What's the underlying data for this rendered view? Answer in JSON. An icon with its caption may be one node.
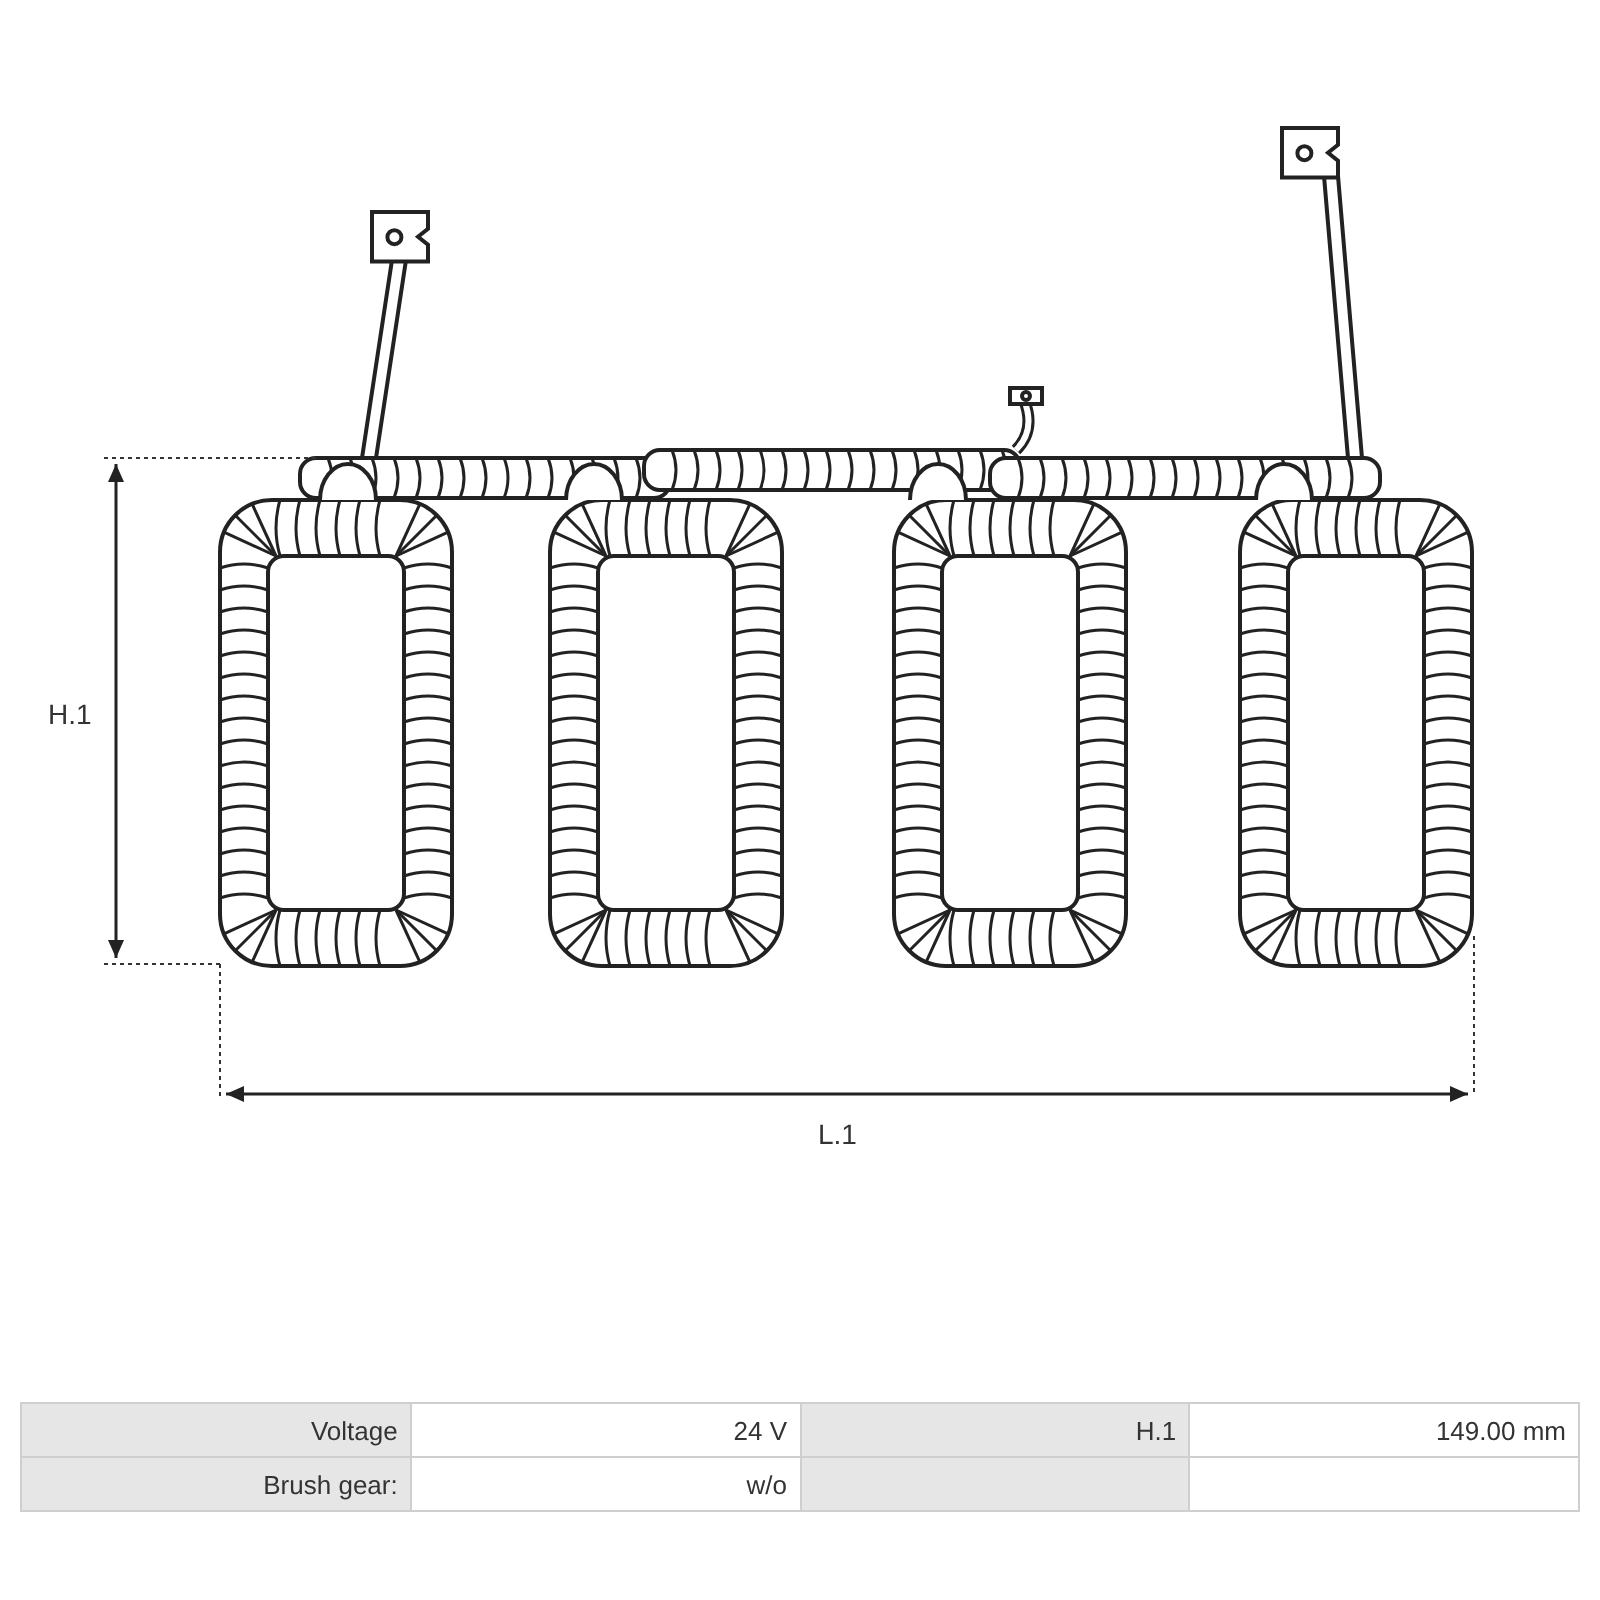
{
  "diagram": {
    "labels": [
      "H.1",
      "L.1",
      "Voltage",
      "24 V",
      "H.1",
      "149.00 mm",
      "Brush gear:",
      "w/o"
    ]
  }
}
